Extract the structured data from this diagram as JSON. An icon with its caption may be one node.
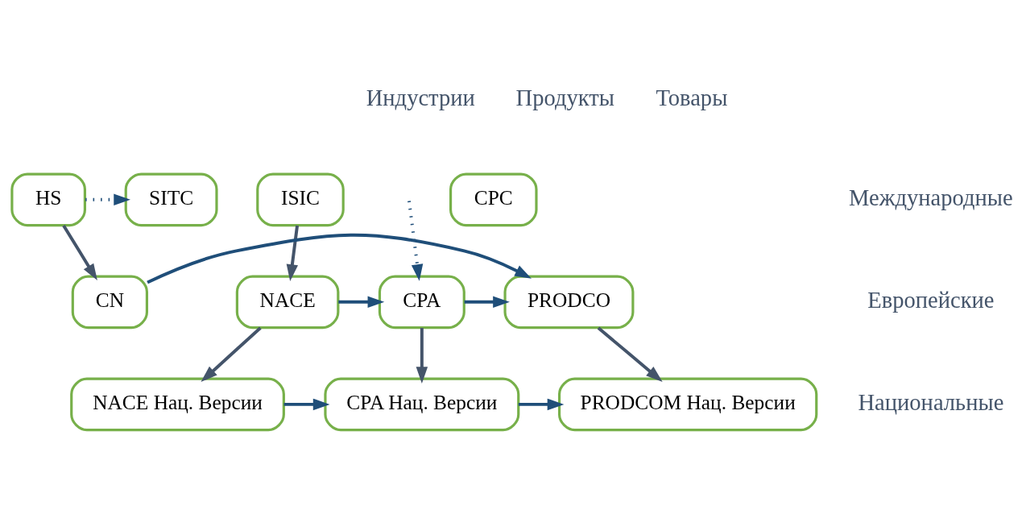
{
  "diagram": {
    "nodes": [
      {
        "text": [
          "CPC"
        ]
      },
      {
        "text": [
          "ISIC"
        ]
      },
      {
        "text": [
          "HS"
        ]
      },
      {
        "text": [
          "SITC"
        ]
      },
      {
        "text": [
          "NACE"
        ]
      },
      {
        "text": [
          "CPA"
        ]
      },
      {
        "text": [
          "PRODCO"
        ]
      },
      {
        "text": [
          "CN"
        ]
      },
      {
        "text": [
          "NACE Нац. Версии"
        ]
      },
      {
        "text": [
          "CPA Нац. Версии"
        ]
      },
      {
        "text": [
          "PRODCOM Нац. Версии"
        ]
      }
    ],
    "edges": [
      {
        "from": 1,
        "to": 4,
        "arrow": "to",
        "color": "#44546a"
      },
      {
        "from": 2,
        "to": 3,
        "arrow": "to",
        "style": "dashed"
      },
      {
        "from": 2,
        "to": 7,
        "arrow": "to",
        "color": "#44546a"
      },
      {
        "from": null,
        "to": 5,
        "arrow": "to",
        "style": "dashed"
      },
      {
        "from": 4,
        "to": 5,
        "arrow": "to"
      },
      {
        "from": 5,
        "to": 6,
        "arrow": "to"
      },
      {
        "from": 7,
        "to": 6,
        "arrow": "to"
      },
      {
        "from": 4,
        "to": 8,
        "arrow": "to",
        "color": "#44546a"
      },
      {
        "from": 5,
        "to": 9,
        "arrow": "to",
        "color": "#44546a"
      },
      {
        "from": 6,
        "to": 10,
        "arrow": "to",
        "color": "#44546a"
      },
      {
        "from": 8,
        "to": 9,
        "arrow": "to"
      },
      {
        "from": 9,
        "to": 10,
        "arrow": "to"
      }
    ],
    "labels": [
      "Индустрии",
      "Продукты",
      "Товары",
      "Международные",
      "Европейские",
      "Национальные"
    ]
  }
}
